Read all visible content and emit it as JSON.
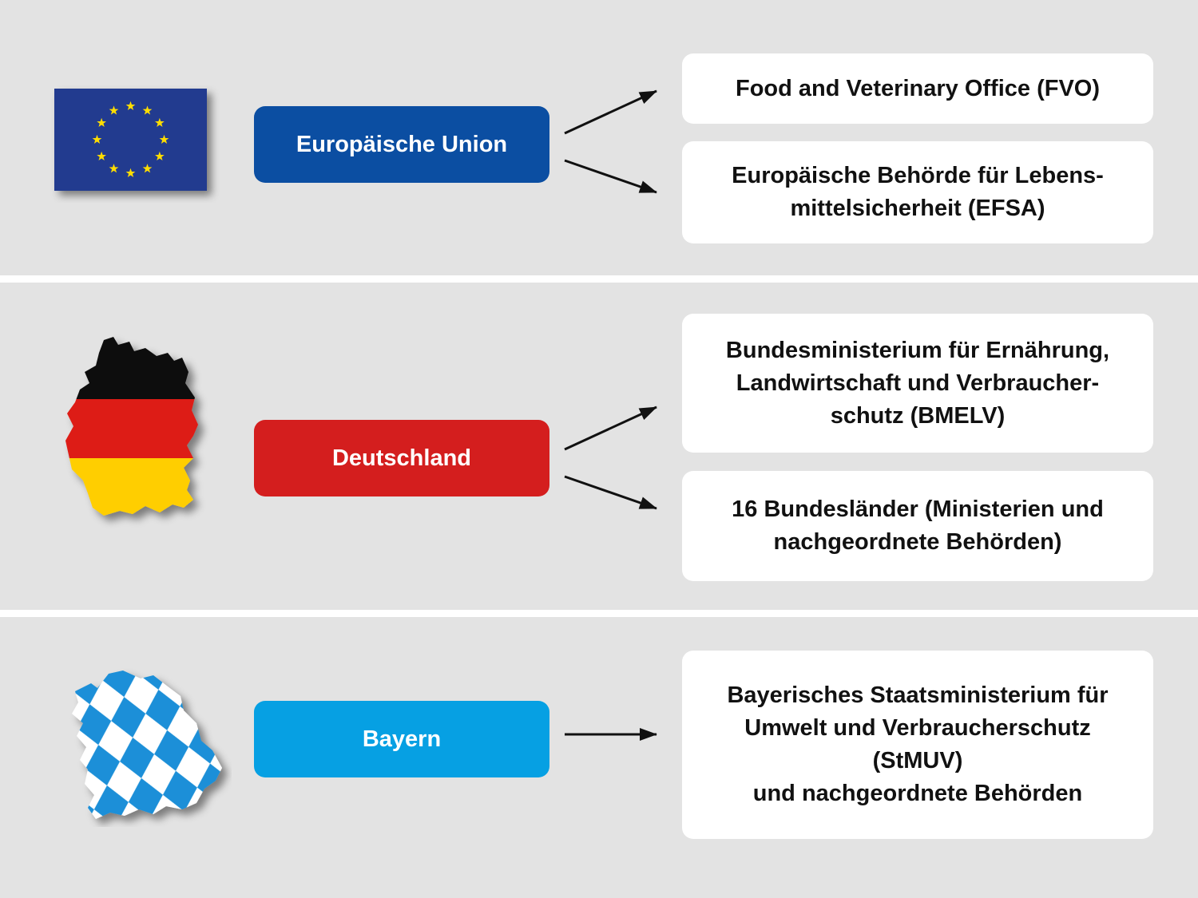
{
  "colors": {
    "background_band": "#e3e3e3",
    "eu_blue": "#0b4ea2",
    "germany_red": "#d41e1e",
    "bavaria_blue": "#06a0e3",
    "flag_eu_blue": "#233b8f",
    "flag_star_yellow": "#ffdd00",
    "de_black": "#111111",
    "de_red": "#dd1c14",
    "de_gold": "#ffce00",
    "arrow": "#111111"
  },
  "rows": [
    {
      "level": "Europäische Union",
      "flag_icon": "eu-flag-icon",
      "targets": [
        "Food and Veterinary Office (FVO)",
        "Europäische Behörde für Lebens-\nmittelsicherheit (EFSA)"
      ]
    },
    {
      "level": "Deutschland",
      "flag_icon": "germany-map-icon",
      "targets": [
        "Bundesministerium für Ernährung,\nLandwirtschaft und Verbraucher-\nschutz (BMELV)",
        "16 Bundesländer (Ministerien und\nnachgeordnete Behörden)"
      ]
    },
    {
      "level": "Bayern",
      "flag_icon": "bavaria-map-icon",
      "targets": [
        "Bayerisches Staatsministerium für\nUmwelt und Verbraucherschutz\n(StMUV)\nund nachgeordnete Behörden"
      ]
    }
  ]
}
